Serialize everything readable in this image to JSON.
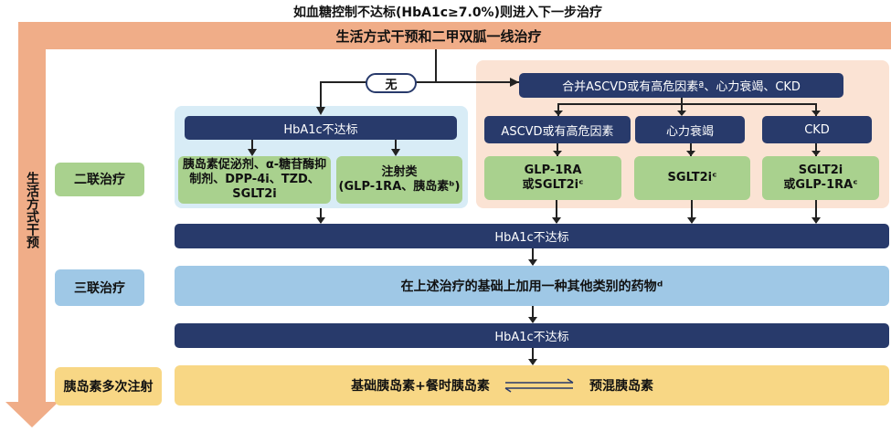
{
  "top_caption": "如血糖控制不达标(HbA1c≥7.0%)则进入下一步治疗",
  "lifestyle_banner": "生活方式干预和二甲双胍一线治疗",
  "side_lifestyle": "生活方式干预",
  "none_label": "无",
  "comorbidity_header": "合并ASCVD或有高危因素ª、心力衰竭、CKD",
  "hba1c_unmet": "HbA1c不达标",
  "ascvd_header": "ASCVD或有高危因素",
  "hf_header": "心力衰竭",
  "ckd_header": "CKD",
  "dual_label": "二联治疗",
  "oral_options": "胰岛素促泌剂、α-糖苷酶抑制剂、DPP-4i、TZD、SGLT2i",
  "injectables": "注射类\n(GLP-1RA、胰岛素ᵇ)",
  "ascvd_drug": "GLP-1RA\n或SGLT2iᶜ",
  "hf_drug": "SGLT2iᶜ",
  "ckd_drug": "SGLT2i\n或GLP-1RAᶜ",
  "triple_label": "三联治疗",
  "triple_text": "在上述治疗的基础上加用一种其他类别的药物ᵈ",
  "insulin_label": "胰岛素多次注射",
  "basal_bolus": "基础胰岛素+餐时胰岛素",
  "premixed": "预混胰岛素",
  "colors": {
    "navy": "#283a6b",
    "orange": "#f0ad88",
    "green": "#a9d18e",
    "blue": "#9fc8e6",
    "yellow": "#f8d785",
    "light_blue": "#d8ecf6",
    "peach": "#fbe3d4"
  }
}
